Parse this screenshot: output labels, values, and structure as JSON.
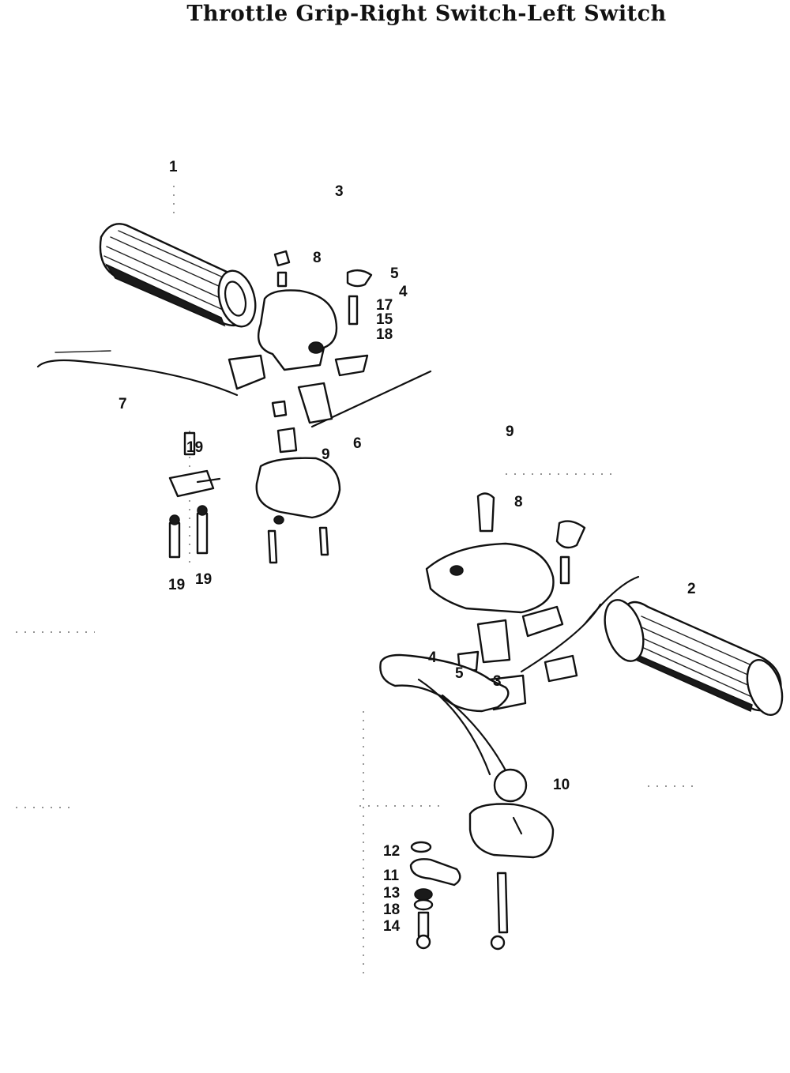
{
  "title": "Throttle Grip-Right Switch-Left Switch",
  "callouts": [
    "1",
    "3",
    "8",
    "5",
    "4",
    "17",
    "15",
    "18",
    "7",
    "6",
    "9",
    "19",
    "19",
    "19",
    "9",
    "8",
    "2",
    "4",
    "5",
    "3",
    "10",
    "12",
    "11",
    "13",
    "18",
    "14"
  ]
}
